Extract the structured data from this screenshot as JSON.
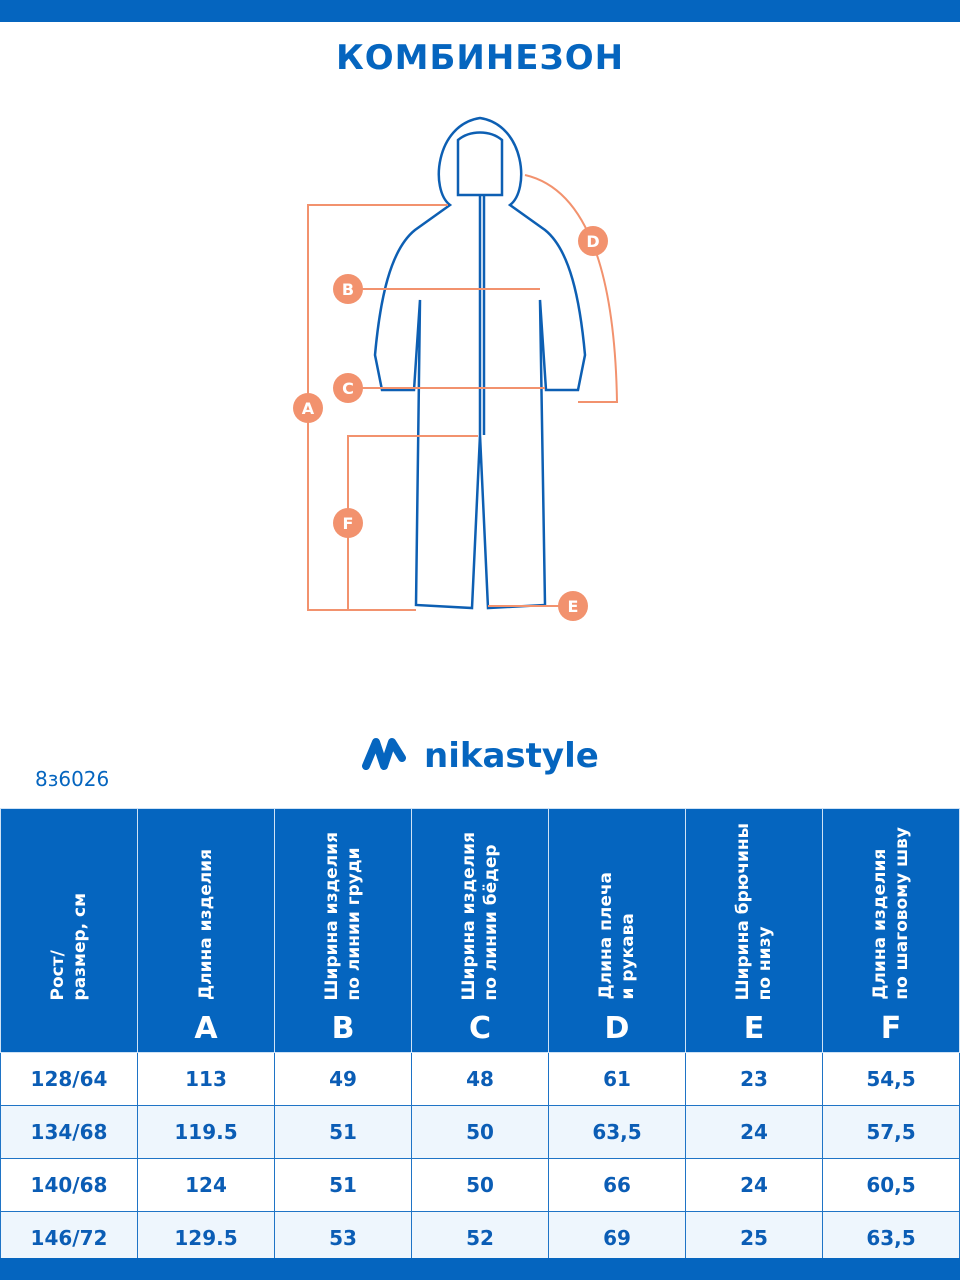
{
  "title": "КОМБИНЕЗОН",
  "diagram": {
    "labels": [
      "A",
      "B",
      "C",
      "D",
      "E",
      "F"
    ]
  },
  "brand": "nikastyle",
  "article_code": "8з6026",
  "table": {
    "headers": [
      {
        "text": "Рост/\nразмер, см",
        "letter": ""
      },
      {
        "text": "Длина изделия",
        "letter": "A"
      },
      {
        "text": "Ширина изделия\nпо линии груди",
        "letter": "B"
      },
      {
        "text": "Ширина изделия\nпо линии бёдер",
        "letter": "C"
      },
      {
        "text": "Длина плеча\nи рукава",
        "letter": "D"
      },
      {
        "text": "Ширина брючины\nпо низу",
        "letter": "E"
      },
      {
        "text": "Длина изделия\nпо шаговому шву",
        "letter": "F"
      }
    ],
    "rows": [
      [
        "128/64",
        "113",
        "49",
        "48",
        "61",
        "23",
        "54,5"
      ],
      [
        "134/68",
        "119.5",
        "51",
        "50",
        "63,5",
        "24",
        "57,5"
      ],
      [
        "140/68",
        "124",
        "51",
        "50",
        "66",
        "24",
        "60,5"
      ],
      [
        "146/72",
        "129.5",
        "53",
        "52",
        "69",
        "25",
        "63,5"
      ]
    ]
  },
  "colors": {
    "brand": "#0565bf",
    "measure": "#f2926e"
  }
}
